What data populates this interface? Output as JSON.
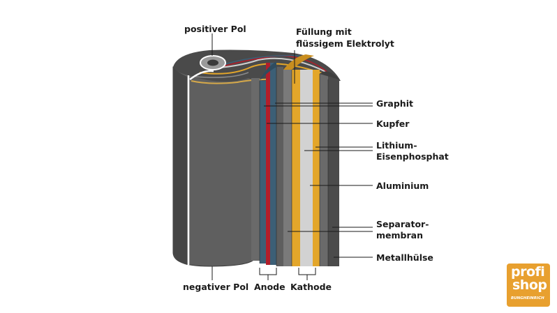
{
  "labels": {
    "positive_pole": "positiver Pol",
    "negative_pole": "negativer Pol",
    "filling": [
      "Füllung mit",
      "flüssigem Elektrolyt"
    ],
    "graphite": "Graphit",
    "copper": "Kupfer",
    "lithium": [
      "Lithium-",
      "Eisenphosphat"
    ],
    "aluminium": "Aluminium",
    "separator": [
      "Separator-",
      "membran"
    ],
    "metal_sleeve": "Metallhülse",
    "anode": "Anode",
    "cathode": "Kathode"
  },
  "logo": {
    "line1": "profi",
    "line2": "shop",
    "line3": "BUNGHEINRICH"
  },
  "colors": {
    "graphite_blue": "#3c5f76",
    "copper_red": "#b11e2b",
    "lfp_yellow": "#e3a62a",
    "aluminium_grey": "#cfcfcf",
    "separator_grey": "#6b6b6b",
    "sleeve_dark": "#4b4b4b",
    "cylinder_grey": "#5e5e5e",
    "logo_orange": "#e8a02f"
  }
}
